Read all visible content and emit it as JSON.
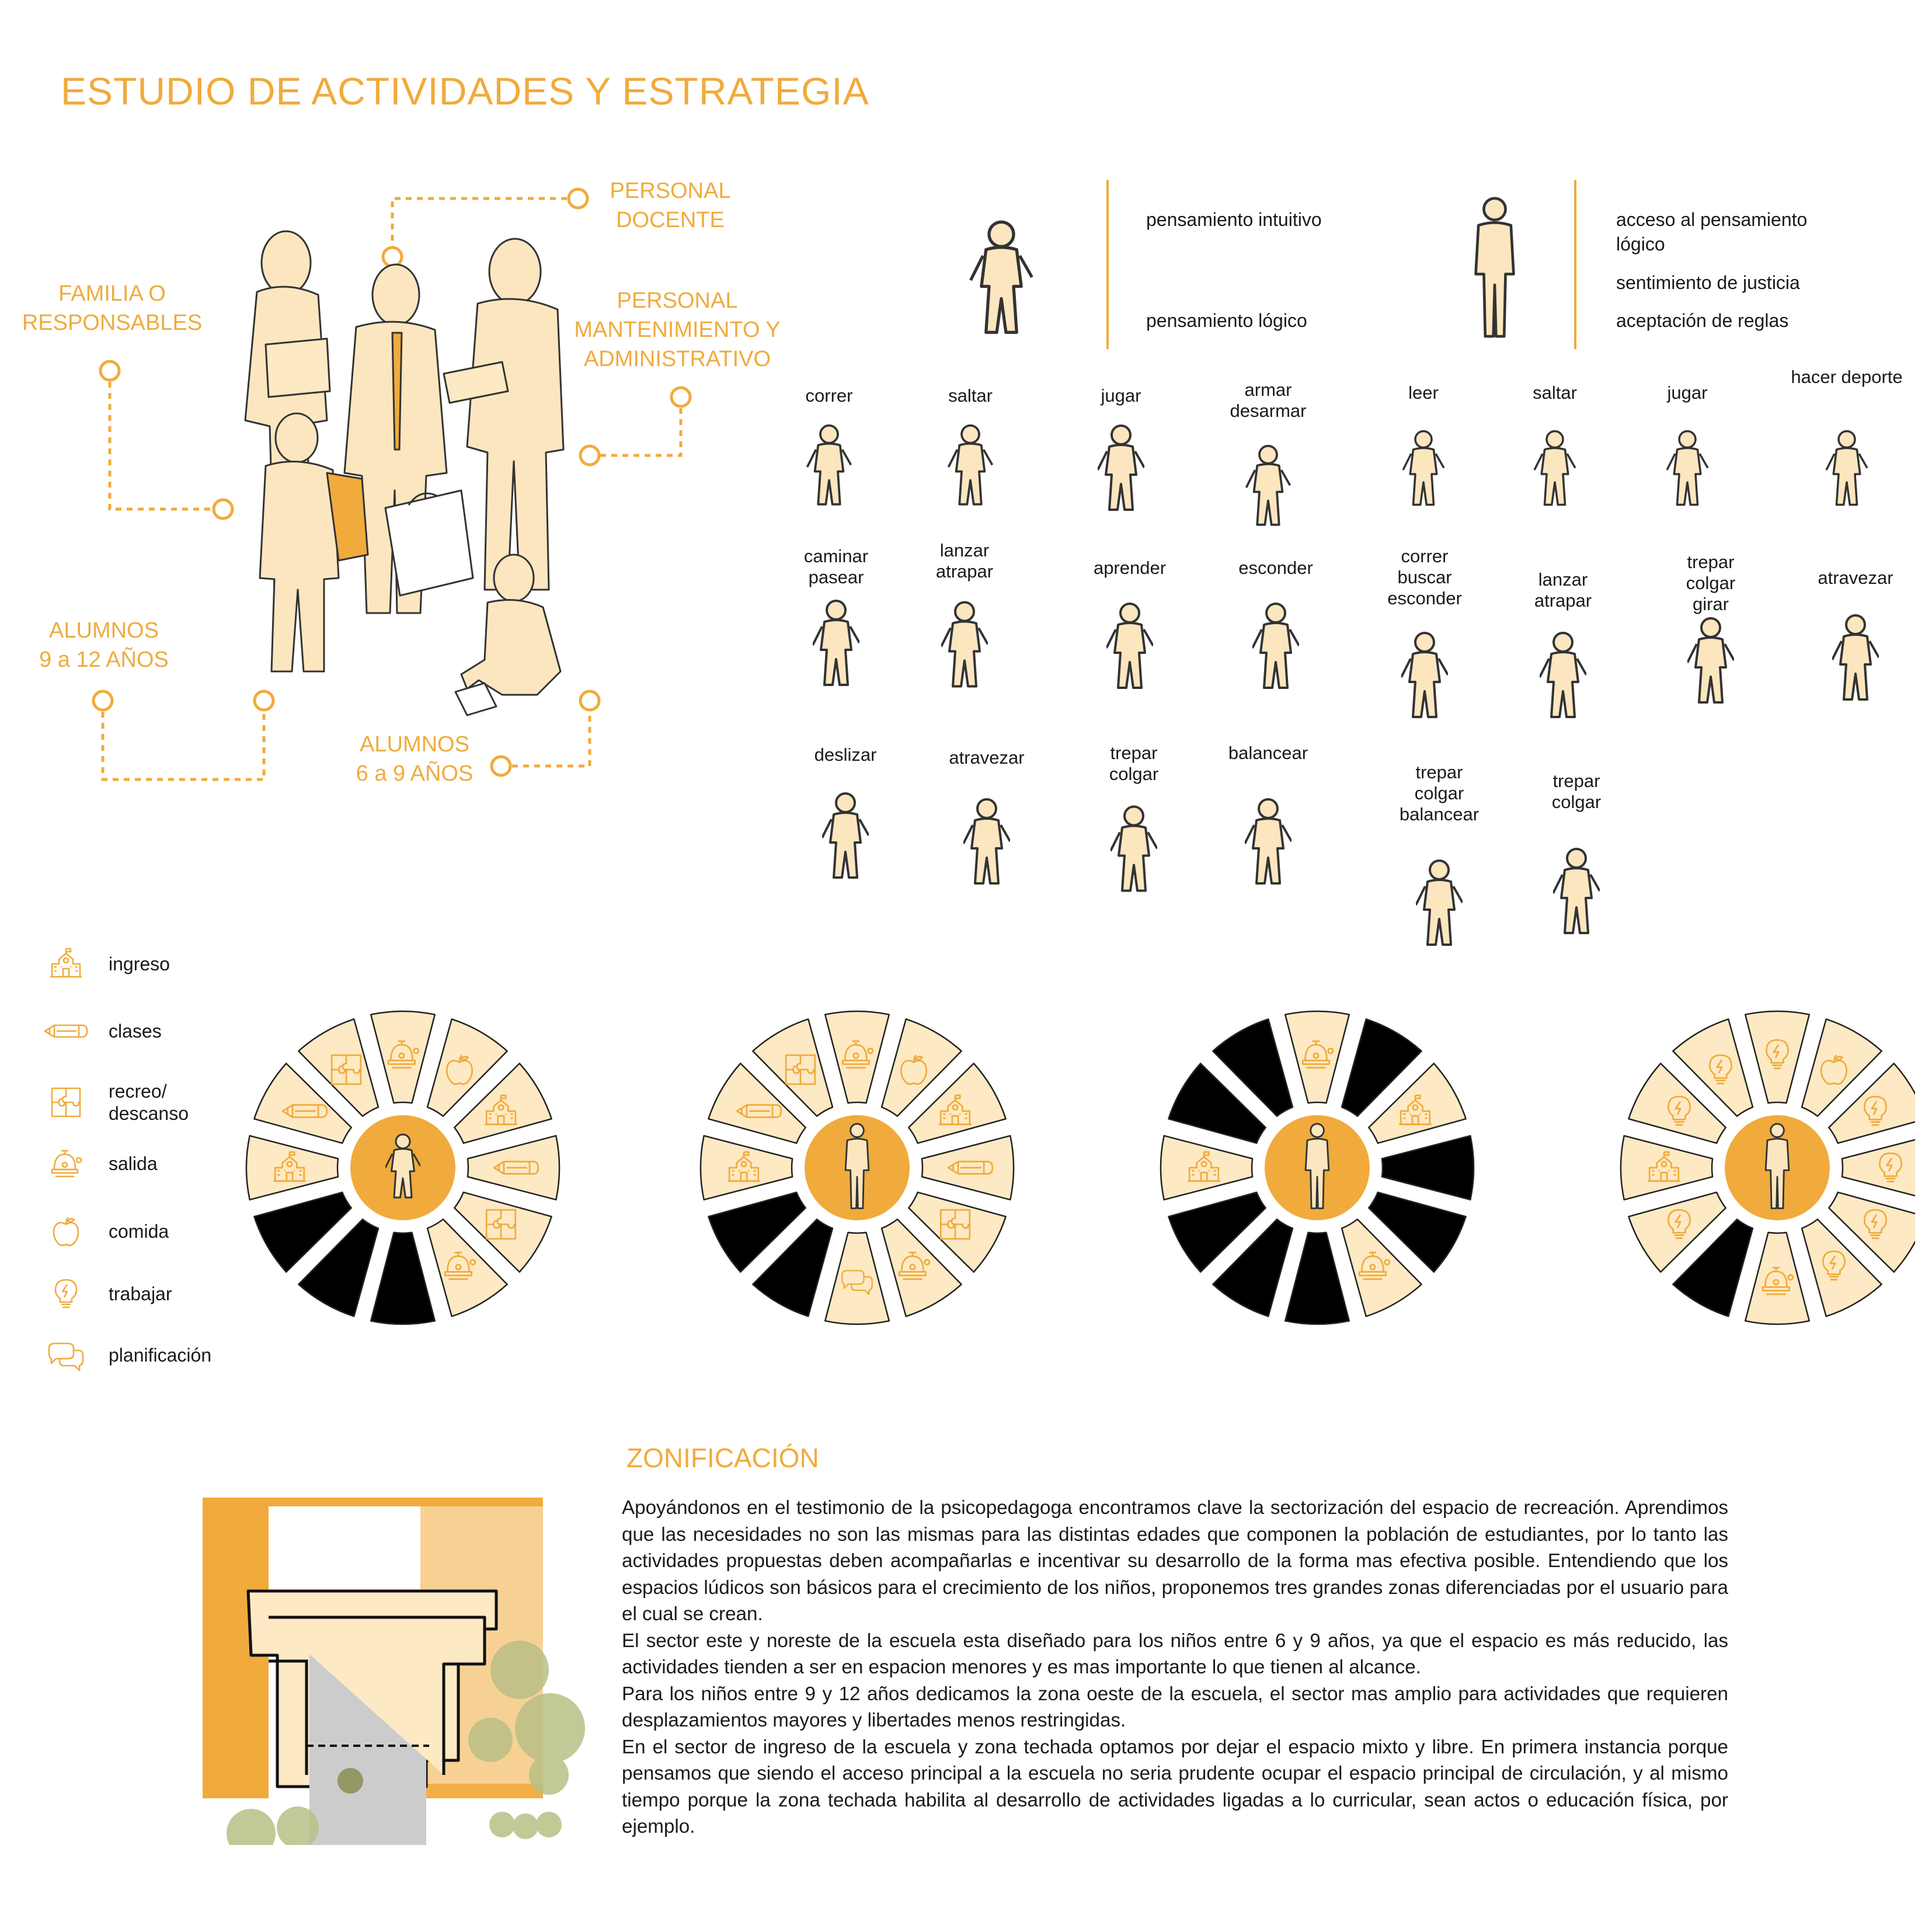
{
  "title": "ESTUDIO DE ACTIVIDADES Y ESTRATEGIA",
  "groups": {
    "docente": [
      "PERSONAL",
      "DOCENTE"
    ],
    "familia": [
      "FAMILIA O",
      "RESPONSABLES"
    ],
    "mantenimiento": [
      "PERSONAL",
      "MANTENIMIENTO Y",
      "ADMINISTRATIVO"
    ],
    "alumnos_mayores": [
      "ALUMNOS",
      "9 a 12 AÑOS"
    ],
    "alumnos_menores": [
      "ALUMNOS",
      "6 a 9 AÑOS"
    ]
  },
  "stages": {
    "menores": [
      "pensamiento intuitivo",
      "pensamiento lógico"
    ],
    "mayores": [
      "acceso al pensamiento",
      "lógico",
      "sentimiento de justicia",
      "aceptación de reglas"
    ]
  },
  "activities_menores": [
    {
      "lines": [
        "correr"
      ]
    },
    {
      "lines": [
        "saltar"
      ]
    },
    {
      "lines": [
        "jugar"
      ]
    },
    {
      "lines": [
        "armar",
        "desarmar"
      ]
    },
    {
      "lines": [
        "caminar",
        "pasear"
      ]
    },
    {
      "lines": [
        "lanzar",
        "atrapar"
      ]
    },
    {
      "lines": [
        "aprender"
      ]
    },
    {
      "lines": [
        "esconder"
      ]
    },
    {
      "lines": [
        "deslizar"
      ]
    },
    {
      "lines": [
        "atravezar"
      ]
    },
    {
      "lines": [
        "trepar",
        "colgar"
      ]
    },
    {
      "lines": [
        "balancear"
      ]
    }
  ],
  "activities_mayores": [
    {
      "lines": [
        "leer"
      ]
    },
    {
      "lines": [
        "saltar"
      ]
    },
    {
      "lines": [
        "jugar"
      ]
    },
    {
      "lines": [
        "hacer deporte"
      ]
    },
    {
      "lines": [
        "correr",
        "buscar",
        "esconder"
      ]
    },
    {
      "lines": [
        "lanzar",
        "atrapar"
      ]
    },
    {
      "lines": [
        "trepar",
        "colgar",
        "girar"
      ]
    },
    {
      "lines": [
        "atravezar"
      ]
    },
    {
      "lines": [
        "trepar",
        "colgar",
        "balancear"
      ]
    },
    {
      "lines": [
        "trepar",
        "colgar"
      ]
    }
  ],
  "legend": [
    {
      "icon": "school-icon",
      "label": "ingreso"
    },
    {
      "icon": "pencil-icon",
      "label": "clases"
    },
    {
      "icon": "puzzle-icon",
      "label": "recreo/\ndescanso"
    },
    {
      "icon": "bell-icon",
      "label": "salida"
    },
    {
      "icon": "apple-icon",
      "label": "comida"
    },
    {
      "icon": "bulb-icon",
      "label": "trabajar"
    },
    {
      "icon": "chat-icon",
      "label": "planificación"
    }
  ],
  "wheels": [
    {
      "center": "alumnos",
      "segments": [
        "bell",
        "apple",
        "school",
        "pencil",
        "puzzle",
        "bell",
        "off",
        "off",
        "off",
        "school",
        "pencil",
        "puzzle"
      ]
    },
    {
      "center": "docente",
      "segments": [
        "bell",
        "apple",
        "school",
        "pencil",
        "puzzle",
        "bell",
        "chat",
        "off",
        "off",
        "school",
        "pencil",
        "puzzle"
      ]
    },
    {
      "center": "familia",
      "segments": [
        "bell",
        "off",
        "school",
        "off",
        "off",
        "bell",
        "off",
        "off",
        "off",
        "school",
        "off",
        "off"
      ]
    },
    {
      "center": "mantenimiento",
      "segments": [
        "bulb",
        "apple",
        "bulb",
        "bulb",
        "bulb",
        "bulb",
        "bell",
        "off",
        "bulb",
        "school",
        "bulb",
        "bulb"
      ]
    }
  ],
  "colors": {
    "accent": "#f0ab3c",
    "segment": "#fde9c3",
    "figure": "#fbe6bf",
    "off": "#000000",
    "green": "#b9bf86",
    "gray": "#cccccc"
  },
  "zonificacion": {
    "title": "ZONIFICACIÓN",
    "paragraphs": [
      "Apoyándonos en el testimonio de la psicopedagoga encontramos clave la sectorización del espacio de recreación. Aprendimos que las necesidades no son las mismas para las distintas edades que componen la población de estudiantes, por lo tanto las actividades propuestas deben acompañarlas e incentivar su desarrollo de la forma mas efectiva posible. Entendiendo que los espacios lúdicos son básicos para el crecimiento de los niños, proponemos tres grandes zonas diferenciadas por el usuario para el cual se crean.",
      "El sector este y noreste de la escuela esta diseñado para los niños entre 6 y 9 años, ya que el espacio es más reducido, las actividades tienden a ser en espacion menores y es mas importante lo que tienen al alcance.",
      "Para los niños entre 9 y 12 años dedicamos la zona oeste de la escuela, el sector mas amplio para actividades que requieren desplazamientos mayores y libertades menos restringidas.",
      "En el sector de ingreso de la escuela y zona techada optamos por dejar el espacio mixto y libre. En primera instancia porque pensamos que siendo el acceso principal a la escuela no seria prudente ocupar el espacio principal de circulación, y al mismo tiempo porque la zona techada habilita al desarrollo de actividades ligadas a lo curricular, sean actos o educación física, por ejemplo."
    ]
  }
}
